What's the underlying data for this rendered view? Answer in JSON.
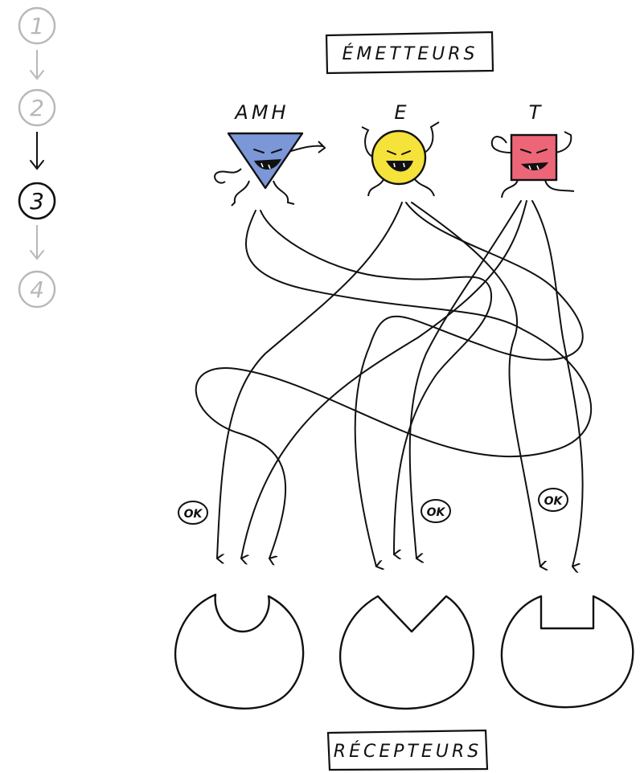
{
  "steps": {
    "items": [
      {
        "label": "1",
        "state": "inactive"
      },
      {
        "label": "2",
        "state": "inactive"
      },
      {
        "label": "3",
        "state": "active"
      },
      {
        "label": "4",
        "state": "inactive"
      }
    ],
    "colors": {
      "active": "#111111",
      "inactive": "#b8b8b8"
    }
  },
  "header": {
    "emitters_label": "ÉMETTEURS",
    "receptors_label": "RÉCEPTEURS"
  },
  "emitters": [
    {
      "id": "amh",
      "label": "AMH",
      "shape": "triangle",
      "color": "#7b97d8"
    },
    {
      "id": "e",
      "label": "E",
      "shape": "circle",
      "color": "#f5e23a"
    },
    {
      "id": "t",
      "label": "T",
      "shape": "square",
      "color": "#ec6678"
    }
  ],
  "receptors": [
    {
      "id": "round-receptor",
      "notch": "round"
    },
    {
      "id": "v-receptor",
      "notch": "v"
    },
    {
      "id": "square-receptor",
      "notch": "square"
    }
  ],
  "badges": {
    "ok_label": "OK"
  },
  "ink_color": "#111111"
}
